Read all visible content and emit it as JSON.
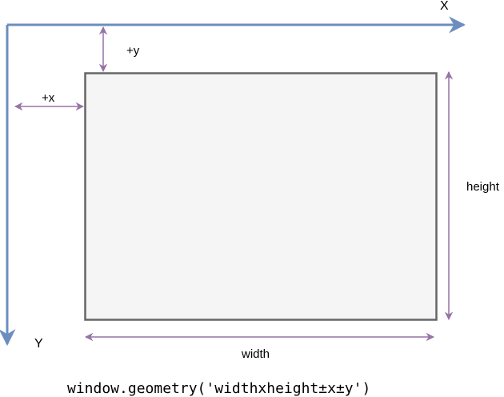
{
  "labels": {
    "x_axis": "X",
    "y_axis": "Y",
    "plus_x": "+x",
    "plus_y": "+y",
    "height": "height",
    "width": "width"
  },
  "caption": "window.geometry('widthxheight±x±y')",
  "colors": {
    "axis": "#6c8ebf",
    "dimension": "#9673a6",
    "window_fill": "#f5f5f5",
    "window_stroke": "#666666",
    "background": "#ffffff"
  }
}
